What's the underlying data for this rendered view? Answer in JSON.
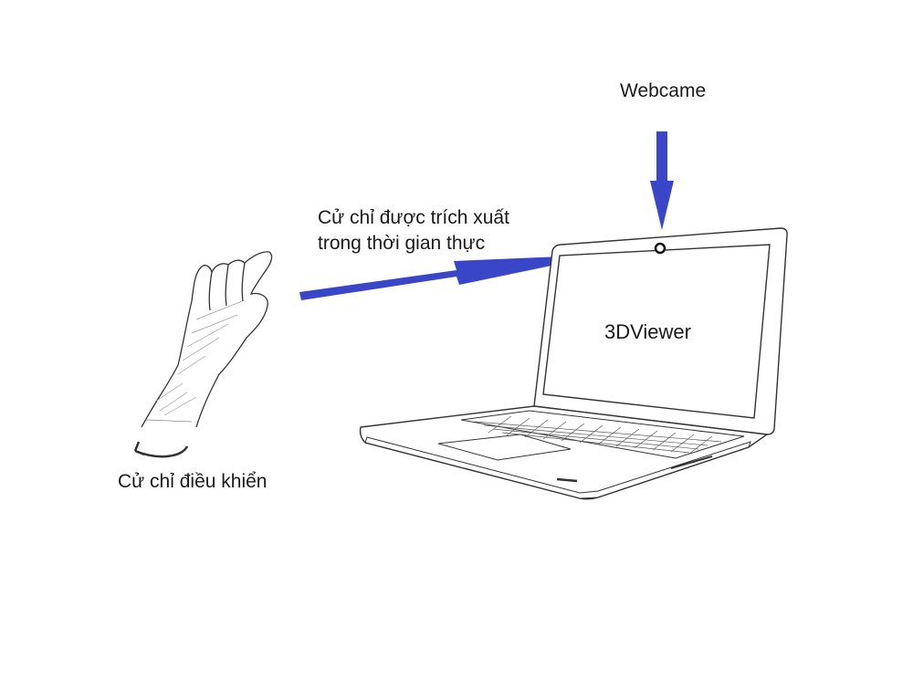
{
  "labels": {
    "webcam": "Webcame",
    "gesture_extracted_line1": "Cử chỉ được trích xuất",
    "gesture_extracted_line2": "trong thời gian thực",
    "control_gesture": "Cử chỉ điều khiển",
    "screen_app": "3DViewer"
  },
  "colors": {
    "arrow": "#3a46c8",
    "sketch": "#333333"
  },
  "icons": [
    "hand-sketch",
    "laptop-sketch",
    "webcam-lens",
    "rotate-arrow-icon"
  ]
}
